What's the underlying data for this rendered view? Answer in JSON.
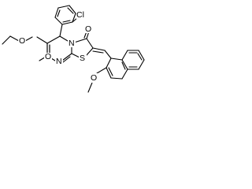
{
  "molecule": {
    "atoms": {
      "ester_o1": "O",
      "ester_o2": "O",
      "chloro": "Cl",
      "ketone_o": "O",
      "ring_n1": "N",
      "ring_n2": "N",
      "sulfur": "S",
      "methoxy_o": "O"
    }
  }
}
